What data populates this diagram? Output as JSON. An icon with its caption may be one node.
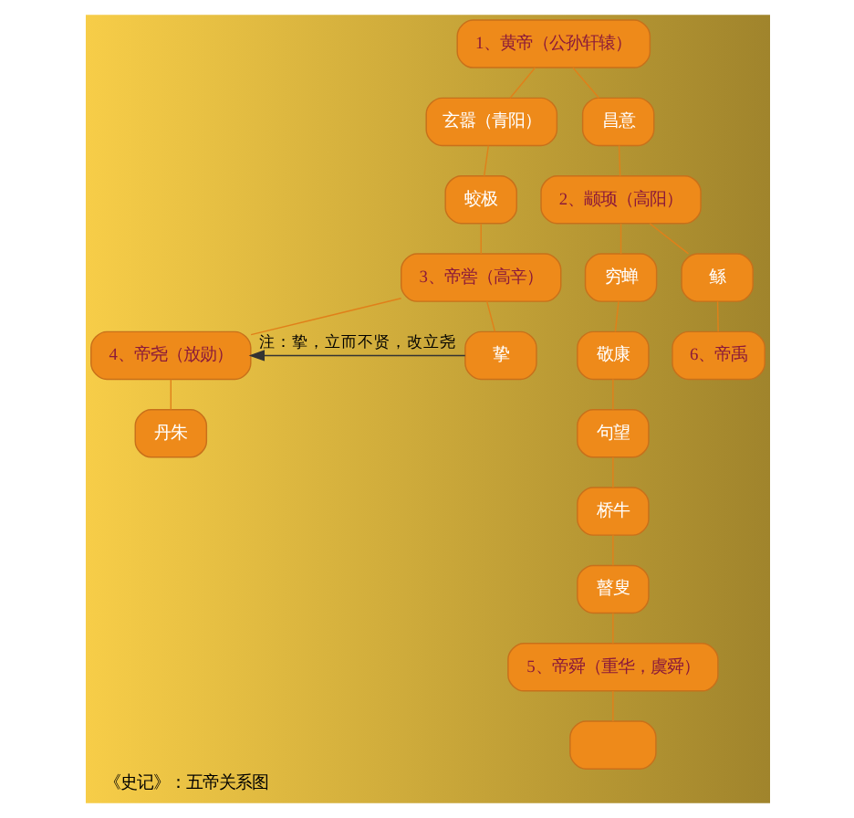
{
  "diagram": {
    "caption": "《史记》：五帝关系图",
    "nodes": [
      {
        "text": [
          "1、黄帝（公孙轩辕）"
        ]
      },
      {
        "text": [
          "玄嚣（青阳）"
        ]
      },
      {
        "text": [
          "昌意"
        ]
      },
      {
        "text": [
          "蛟极"
        ]
      },
      {
        "text": [
          "2、颛顼（高阳）"
        ]
      },
      {
        "text": [
          "3、帝喾（高辛）"
        ]
      },
      {
        "text": [
          "穷蝉"
        ]
      },
      {
        "text": [
          "鲧"
        ]
      },
      {
        "text": [
          "4、帝尧（放勋）"
        ]
      },
      {
        "text": [
          "挚"
        ]
      },
      {
        "text": [
          "敬康"
        ]
      },
      {
        "text": [
          "6、帝禹"
        ]
      },
      {
        "text": [
          "丹朱"
        ]
      },
      {
        "text": [
          "句望"
        ]
      },
      {
        "text": [
          "桥牛"
        ]
      },
      {
        "text": [
          "瞽叟"
        ]
      },
      {
        "text": [
          "5、帝舜（重华，虞舜）"
        ]
      },
      {
        "text": [],
        "shape": "box"
      }
    ],
    "edges": [
      {
        "from": 0,
        "to": 1,
        "arrow": "none"
      },
      {
        "from": 0,
        "to": 2,
        "arrow": "none"
      },
      {
        "from": 1,
        "to": 3,
        "arrow": "none"
      },
      {
        "from": 2,
        "to": 4,
        "arrow": "none"
      },
      {
        "from": 3,
        "to": 5,
        "arrow": "none"
      },
      {
        "from": 4,
        "to": 6,
        "arrow": "none"
      },
      {
        "from": 4,
        "to": 7,
        "arrow": "none"
      },
      {
        "from": 5,
        "to": 8,
        "arrow": "none"
      },
      {
        "from": 5,
        "to": 9,
        "arrow": "none"
      },
      {
        "from": 9,
        "to": 8,
        "arrow": "to",
        "label": "注：挚，立而不贤，改立尧",
        "color": "#333333"
      },
      {
        "from": 6,
        "to": 10,
        "arrow": "none"
      },
      {
        "from": 7,
        "to": 11,
        "arrow": "none"
      },
      {
        "from": 8,
        "to": 12,
        "arrow": "none"
      },
      {
        "from": 10,
        "to": 13,
        "arrow": "none"
      },
      {
        "from": 13,
        "to": 14,
        "arrow": "none"
      },
      {
        "from": 14,
        "to": 15,
        "arrow": "none"
      },
      {
        "from": 15,
        "to": 16,
        "arrow": "none"
      },
      {
        "from": 16,
        "to": 17,
        "arrow": "none"
      }
    ]
  }
}
